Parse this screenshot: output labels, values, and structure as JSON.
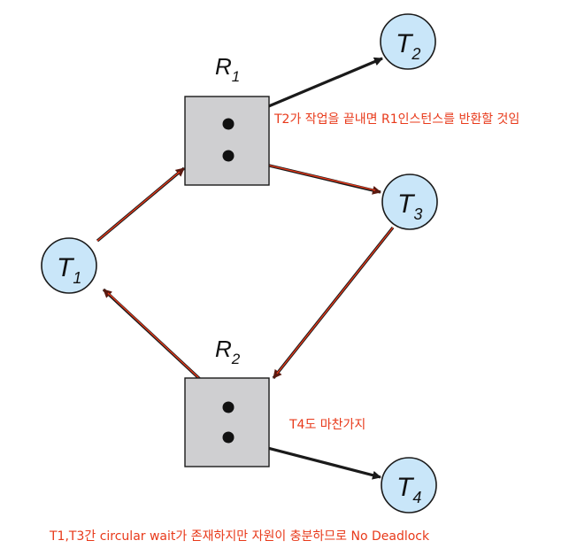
{
  "processes": [
    {
      "id": "T1",
      "letter": "T",
      "sub": "1"
    },
    {
      "id": "T2",
      "letter": "T",
      "sub": "2"
    },
    {
      "id": "T3",
      "letter": "T",
      "sub": "3"
    },
    {
      "id": "T4",
      "letter": "T",
      "sub": "4"
    }
  ],
  "resources": [
    {
      "id": "R1",
      "letter": "R",
      "sub": "1",
      "instances": 2
    },
    {
      "id": "R2",
      "letter": "R",
      "sub": "2",
      "instances": 2
    }
  ],
  "edges": [
    {
      "from": "T1",
      "to": "R1",
      "kind": "request",
      "highlight": true
    },
    {
      "from": "R1",
      "to": "T2",
      "kind": "assignment",
      "highlight": false
    },
    {
      "from": "R1",
      "to": "T3",
      "kind": "assignment",
      "highlight": true
    },
    {
      "from": "T3",
      "to": "R2",
      "kind": "request",
      "highlight": true
    },
    {
      "from": "R2",
      "to": "T1",
      "kind": "assignment",
      "highlight": true
    },
    {
      "from": "R2",
      "to": "T4",
      "kind": "assignment",
      "highlight": false
    }
  ],
  "annotations": {
    "r1_note": "T2가 작업을 끝내면 R1인스턴스를 반환할 것임",
    "r2_note": "T4도 마찬가지",
    "conclusion": "T1,T3간 circular wait가 존재하지만 자원이 충분하므로 No Deadlock"
  },
  "colors": {
    "highlight": "#e8391a",
    "edge": "#1a1a1a",
    "process_fill": "#c9e6f9",
    "resource_fill": "#cfcfd1"
  }
}
